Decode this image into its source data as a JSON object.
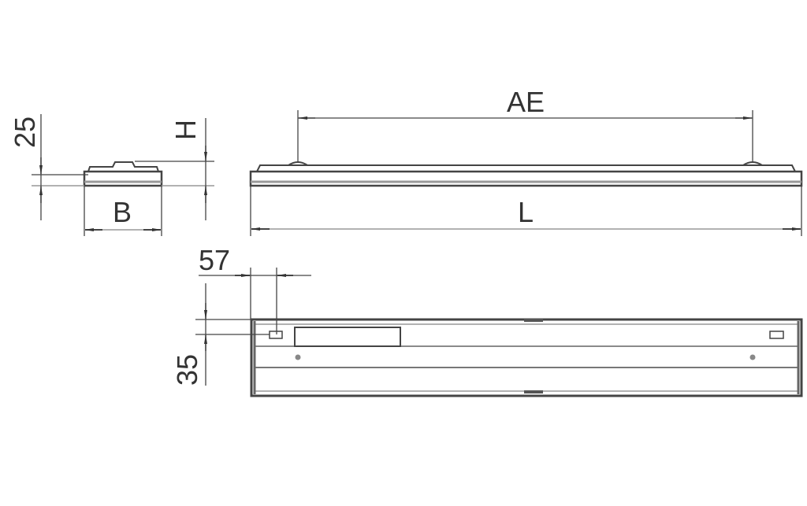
{
  "drawing": {
    "labels": {
      "ae": "AE",
      "l": "L",
      "b": "B",
      "h": "H",
      "dim_25": "25",
      "dim_57": "57",
      "dim_35": "35"
    },
    "colors": {
      "line": "#444444",
      "light": "#9a9a9a"
    }
  }
}
